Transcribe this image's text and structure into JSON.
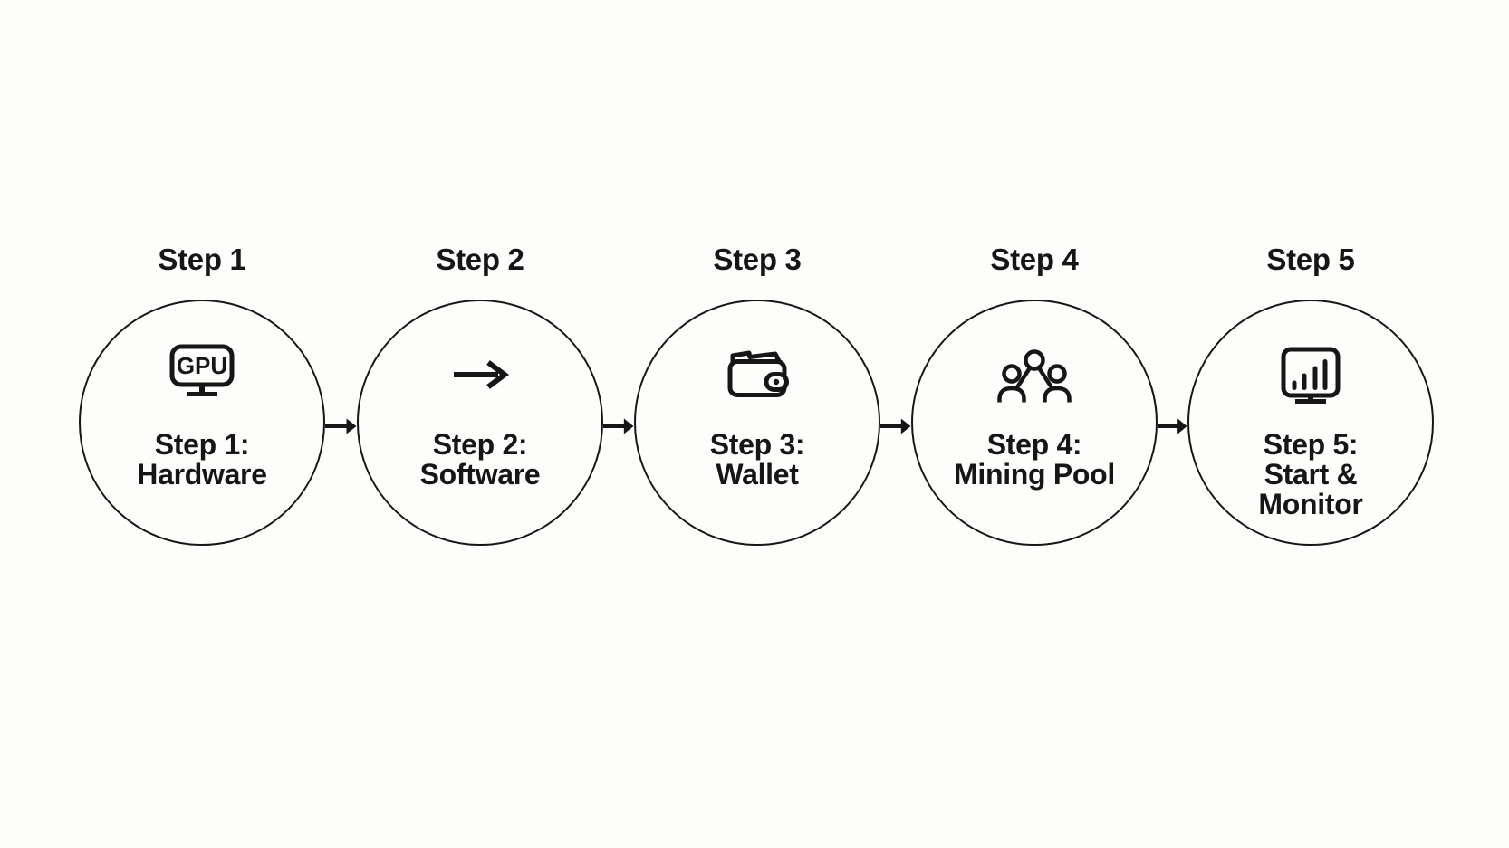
{
  "page": {
    "background_color": "#fdfdfb",
    "ink_color": "#161616"
  },
  "diagram": {
    "type": "flowchart",
    "direction": "left-to-right",
    "steps": [
      {
        "header": "Step 1",
        "icon": "gpu-monitor-icon",
        "icon_text": "GPU",
        "lines": [
          "Step 1:",
          "Hardware"
        ]
      },
      {
        "header": "Step 2",
        "icon": "arrow-right-icon",
        "lines": [
          "Step 2:",
          "Software"
        ]
      },
      {
        "header": "Step 3",
        "icon": "wallet-icon",
        "lines": [
          "Step 3:",
          "Wallet"
        ]
      },
      {
        "header": "Step 4",
        "icon": "people-group-icon",
        "lines": [
          "Step 4:",
          "Mining Pool"
        ]
      },
      {
        "header": "Step 5",
        "icon": "monitor-chart-icon",
        "lines": [
          "Step 5:",
          "Start &",
          "Monitor"
        ]
      }
    ]
  }
}
